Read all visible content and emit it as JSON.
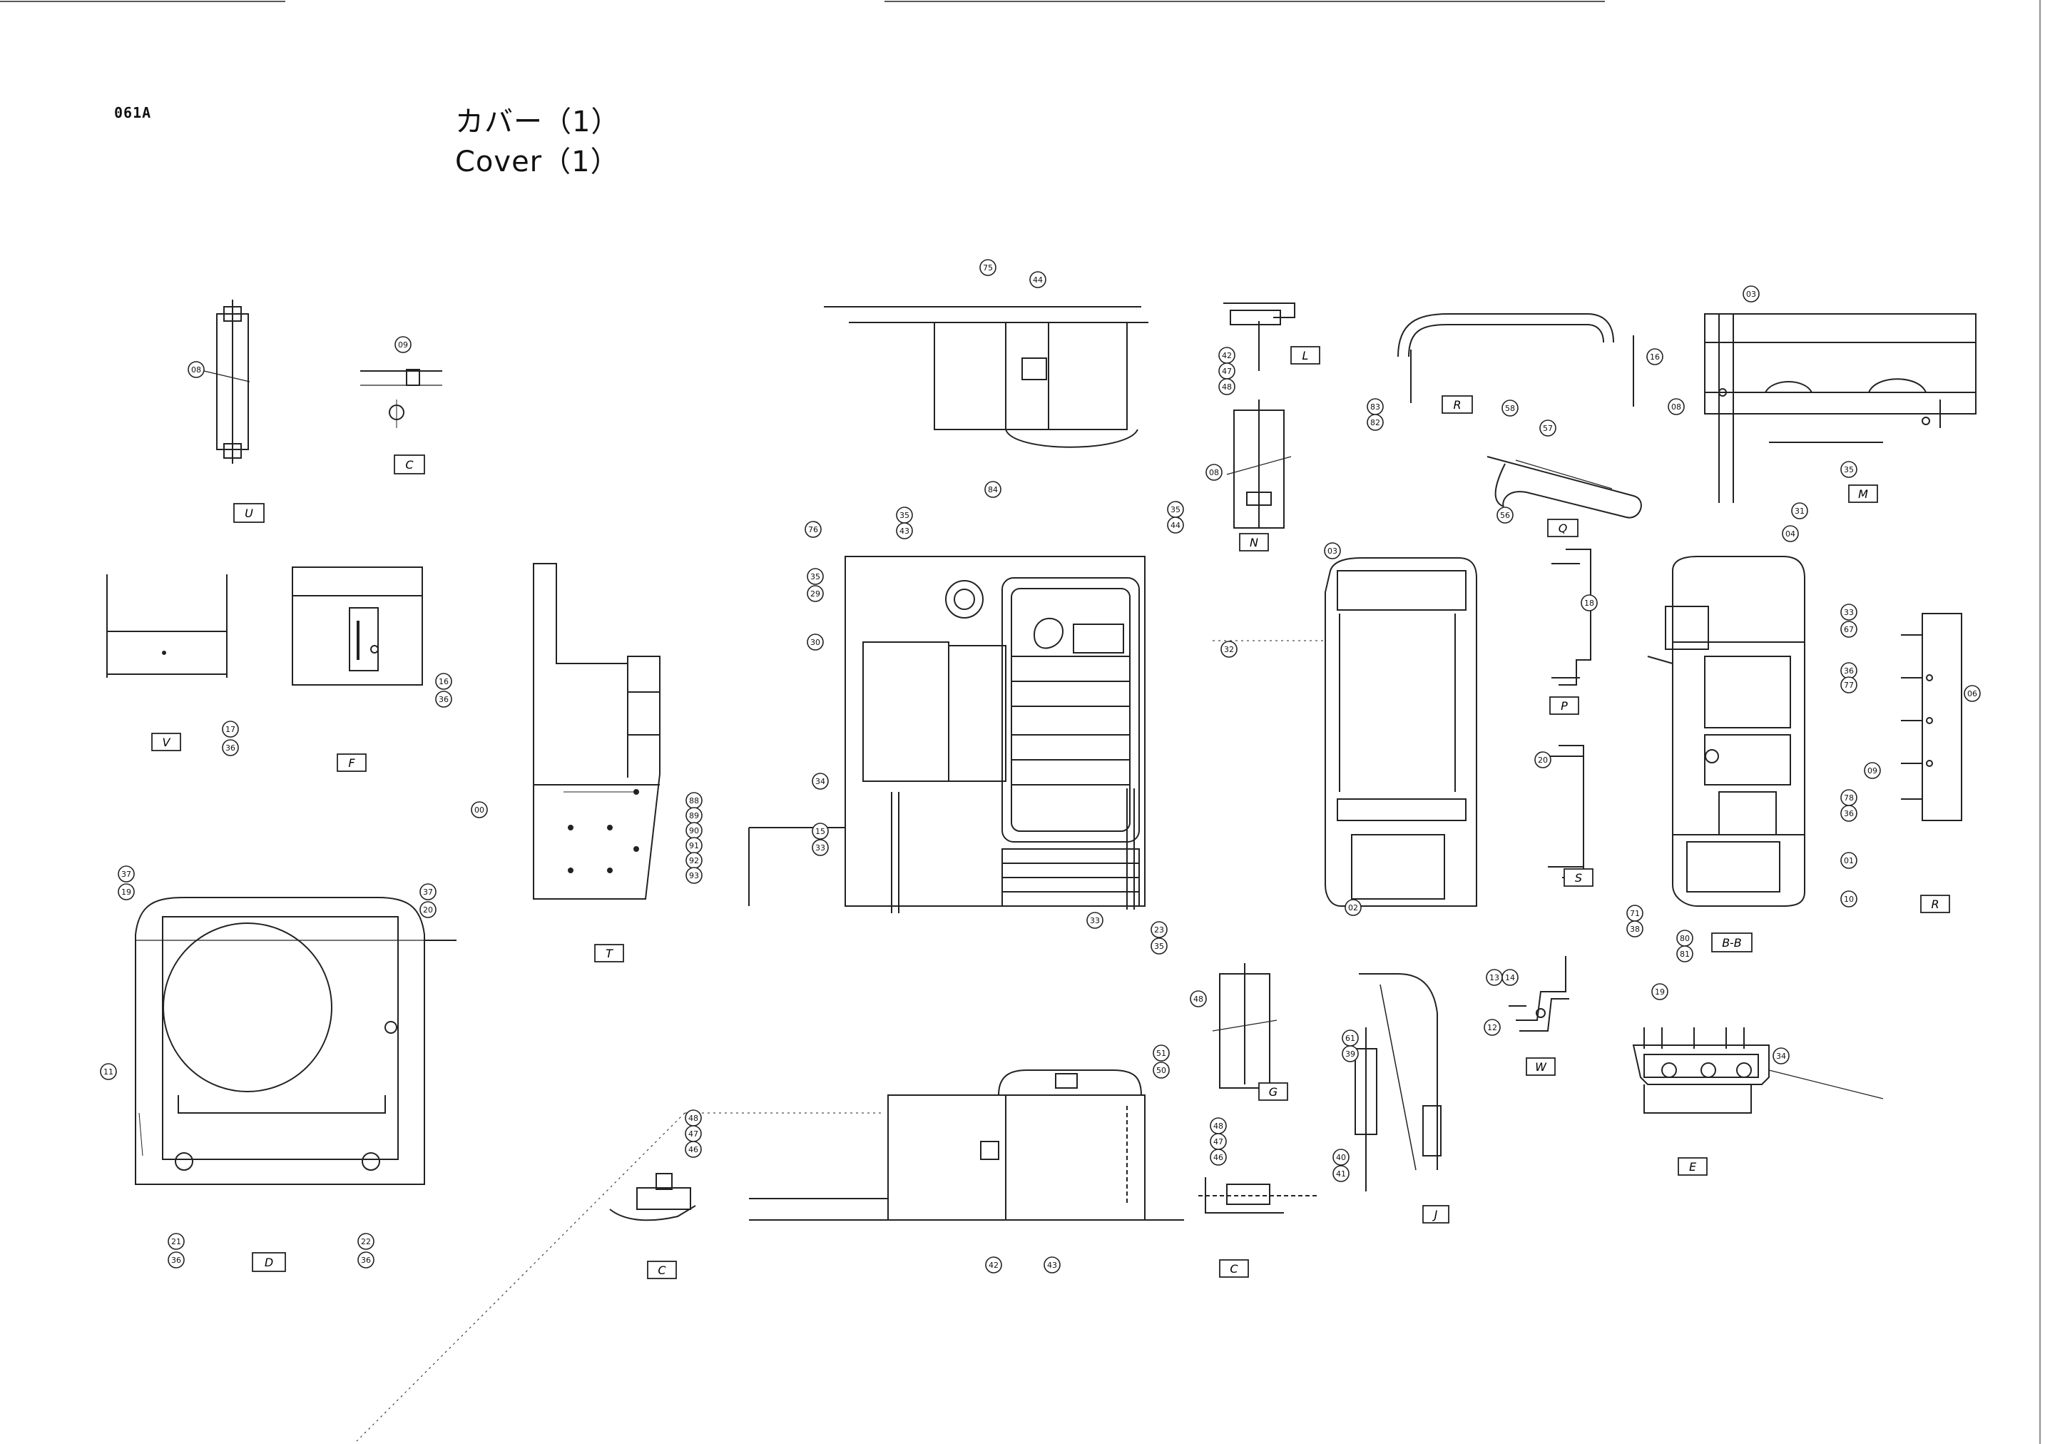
{
  "header": {
    "page_code": "061A",
    "title_jp": "カバー（1）",
    "title_en": "Cover（1）"
  },
  "callouts": [
    {
      "id": "c01",
      "num": "08"
    },
    {
      "id": "c02",
      "num": "09"
    },
    {
      "id": "c03",
      "num": "17"
    },
    {
      "id": "c04",
      "num": "36"
    },
    {
      "id": "c05",
      "num": "16"
    },
    {
      "id": "c06",
      "num": "36"
    },
    {
      "id": "c07",
      "num": "37"
    },
    {
      "id": "c08",
      "num": "19"
    },
    {
      "id": "c09",
      "num": "37"
    },
    {
      "id": "c10",
      "num": "20"
    },
    {
      "id": "c11",
      "num": "11"
    },
    {
      "id": "c12",
      "num": "21"
    },
    {
      "id": "c13",
      "num": "36"
    },
    {
      "id": "c14",
      "num": "22"
    },
    {
      "id": "c15",
      "num": "36"
    },
    {
      "id": "c16",
      "num": "00"
    },
    {
      "id": "c17",
      "num": "88"
    },
    {
      "id": "c18",
      "num": "89"
    },
    {
      "id": "c19",
      "num": "90"
    },
    {
      "id": "c20",
      "num": "91"
    },
    {
      "id": "c21",
      "num": "92"
    },
    {
      "id": "c22",
      "num": "93"
    },
    {
      "id": "c23",
      "num": "75"
    },
    {
      "id": "c24",
      "num": "44"
    },
    {
      "id": "c25",
      "num": "76"
    },
    {
      "id": "c26",
      "num": "35"
    },
    {
      "id": "c27",
      "num": "43"
    },
    {
      "id": "c28",
      "num": "84"
    },
    {
      "id": "c29",
      "num": "35"
    },
    {
      "id": "c30",
      "num": "44"
    },
    {
      "id": "c31",
      "num": "35"
    },
    {
      "id": "c32",
      "num": "29"
    },
    {
      "id": "c33",
      "num": "30"
    },
    {
      "id": "c34",
      "num": "32"
    },
    {
      "id": "c35",
      "num": "34"
    },
    {
      "id": "c36",
      "num": "15"
    },
    {
      "id": "c37",
      "num": "33"
    },
    {
      "id": "c38",
      "num": "33"
    },
    {
      "id": "c39",
      "num": "23"
    },
    {
      "id": "c40",
      "num": "35"
    },
    {
      "id": "c41",
      "num": "42"
    },
    {
      "id": "c42",
      "num": "47"
    },
    {
      "id": "c43",
      "num": "48"
    },
    {
      "id": "c44",
      "num": "08"
    },
    {
      "id": "c45",
      "num": "83"
    },
    {
      "id": "c46",
      "num": "82"
    },
    {
      "id": "c47",
      "num": "16"
    },
    {
      "id": "c48",
      "num": "58"
    },
    {
      "id": "c49",
      "num": "57"
    },
    {
      "id": "c50",
      "num": "56"
    },
    {
      "id": "c51",
      "num": "03"
    },
    {
      "id": "c52",
      "num": "08"
    },
    {
      "id": "c53",
      "num": "35"
    },
    {
      "id": "c54",
      "num": "31"
    },
    {
      "id": "c55",
      "num": "03"
    },
    {
      "id": "c56",
      "num": "02"
    },
    {
      "id": "c57",
      "num": "18"
    },
    {
      "id": "c58",
      "num": "04"
    },
    {
      "id": "c59",
      "num": "33"
    },
    {
      "id": "c60",
      "num": "67"
    },
    {
      "id": "c61",
      "num": "36"
    },
    {
      "id": "c62",
      "num": "77"
    },
    {
      "id": "c63",
      "num": "78"
    },
    {
      "id": "c64",
      "num": "36"
    },
    {
      "id": "c65",
      "num": "01"
    },
    {
      "id": "c66",
      "num": "10"
    },
    {
      "id": "c67",
      "num": "71"
    },
    {
      "id": "c68",
      "num": "38"
    },
    {
      "id": "c69",
      "num": "80"
    },
    {
      "id": "c70",
      "num": "81"
    },
    {
      "id": "c71",
      "num": "06"
    },
    {
      "id": "c72",
      "num": "09"
    },
    {
      "id": "c73",
      "num": "20"
    },
    {
      "id": "c74",
      "num": "14"
    },
    {
      "id": "c75",
      "num": "13"
    },
    {
      "id": "c76",
      "num": "12"
    },
    {
      "id": "c77",
      "num": "19"
    },
    {
      "id": "c78",
      "num": "34"
    },
    {
      "id": "c79",
      "num": "48"
    },
    {
      "id": "c80",
      "num": "61"
    },
    {
      "id": "c81",
      "num": "39"
    },
    {
      "id": "c82",
      "num": "40"
    },
    {
      "id": "c83",
      "num": "41"
    },
    {
      "id": "c84",
      "num": "51"
    },
    {
      "id": "c85",
      "num": "50"
    },
    {
      "id": "c86",
      "num": "48"
    },
    {
      "id": "c87",
      "num": "47"
    },
    {
      "id": "c88",
      "num": "46"
    },
    {
      "id": "c89",
      "num": "42"
    },
    {
      "id": "c90",
      "num": "43"
    },
    {
      "id": "c91",
      "num": "48"
    },
    {
      "id": "c92",
      "num": "47"
    },
    {
      "id": "c93",
      "num": "46"
    }
  ],
  "view_labels": [
    {
      "id": "v01",
      "text": "U"
    },
    {
      "id": "v02",
      "text": "C"
    },
    {
      "id": "v03",
      "text": "V"
    },
    {
      "id": "v04",
      "text": "F"
    },
    {
      "id": "v05",
      "text": "D"
    },
    {
      "id": "v06",
      "text": "T"
    },
    {
      "id": "v07",
      "text": "L"
    },
    {
      "id": "v08",
      "text": "N"
    },
    {
      "id": "v09",
      "text": "R"
    },
    {
      "id": "v10",
      "text": "Q"
    },
    {
      "id": "v11",
      "text": "M"
    },
    {
      "id": "v12",
      "text": "P"
    },
    {
      "id": "v13",
      "text": "S"
    },
    {
      "id": "v14",
      "text": "B-B"
    },
    {
      "id": "v15",
      "text": "R"
    },
    {
      "id": "v16",
      "text": "W"
    },
    {
      "id": "v17",
      "text": "E"
    },
    {
      "id": "v18",
      "text": "G"
    },
    {
      "id": "v19",
      "text": "J"
    },
    {
      "id": "v20",
      "text": "C"
    },
    {
      "id": "v21",
      "text": "C"
    }
  ]
}
